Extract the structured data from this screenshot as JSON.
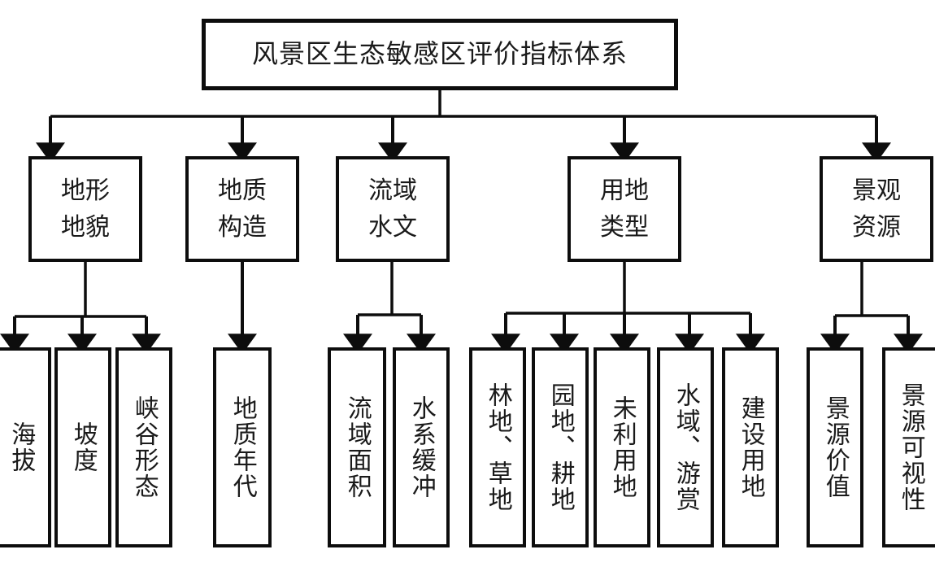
{
  "diagram": {
    "type": "hierarchy-tree",
    "title": "风景区生态敏感区评价指标体系",
    "levels": 3,
    "colors": {
      "line": "#0d0d0d",
      "box_border": "#0d0d0d",
      "box_fill": "#ffffff",
      "text": "#1a1a1a"
    },
    "root": {
      "label": "风景区生态敏感区评价指标体系"
    },
    "categories": [
      {
        "id": "terrain",
        "label": "地形\n地貌",
        "children": [
          {
            "id": "altitude",
            "label": "海拔"
          },
          {
            "id": "slope",
            "label": "坡度"
          },
          {
            "id": "valley-form",
            "label": "峡谷形态"
          }
        ]
      },
      {
        "id": "geology",
        "label": "地质\n构造",
        "children": [
          {
            "id": "geologic-age",
            "label": "地质年代"
          }
        ]
      },
      {
        "id": "hydrology",
        "label": "流域\n水文",
        "children": [
          {
            "id": "basin-area",
            "label": "流域面积"
          },
          {
            "id": "water-buffer",
            "label": "水系缓冲"
          }
        ]
      },
      {
        "id": "landuse",
        "label": "用地\n类型",
        "children": [
          {
            "id": "forest-grass",
            "label": "林地、草地"
          },
          {
            "id": "garden-farm",
            "label": "园地、耕地"
          },
          {
            "id": "unused-land",
            "label": "未利用地"
          },
          {
            "id": "water-tour",
            "label": "水域、游赏"
          },
          {
            "id": "construction-land",
            "label": "建设用地"
          }
        ]
      },
      {
        "id": "landscape",
        "label": "景观\n资源",
        "children": [
          {
            "id": "scenic-value",
            "label": "景源价值"
          },
          {
            "id": "scenic-visibility",
            "label": "景源可视性"
          }
        ]
      }
    ]
  }
}
